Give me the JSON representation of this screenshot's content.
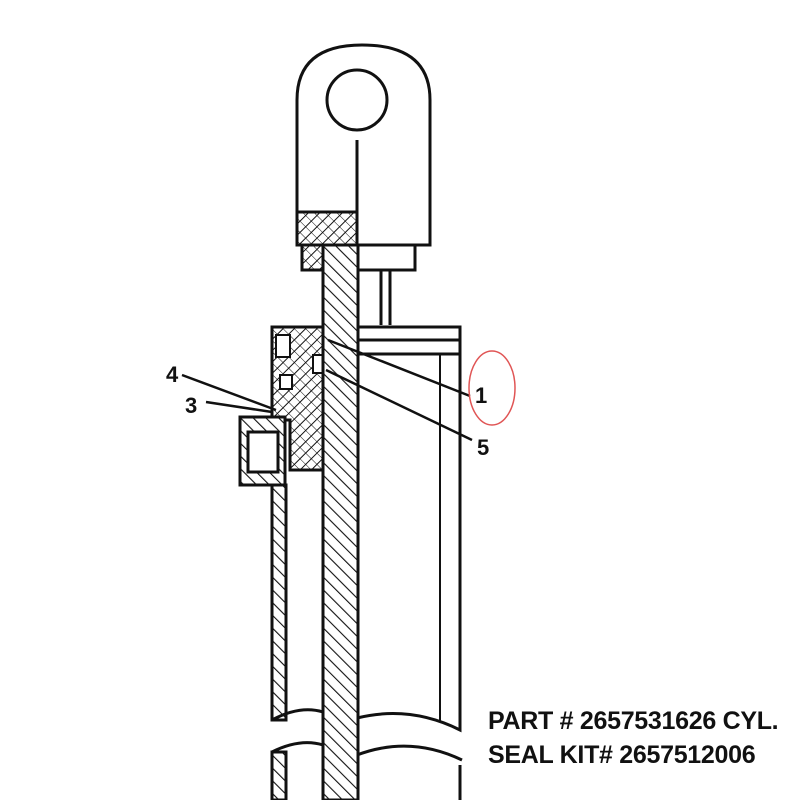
{
  "callouts": [
    {
      "id": "1",
      "text": "1"
    },
    {
      "id": "5",
      "text": "5"
    },
    {
      "id": "4",
      "text": "4"
    },
    {
      "id": "3",
      "text": "3"
    }
  ],
  "highlight_color": "#e05555",
  "part_info": {
    "line1": "PART # 2657531626 CYL.",
    "line2": "SEAL KIT# 2657512006"
  }
}
